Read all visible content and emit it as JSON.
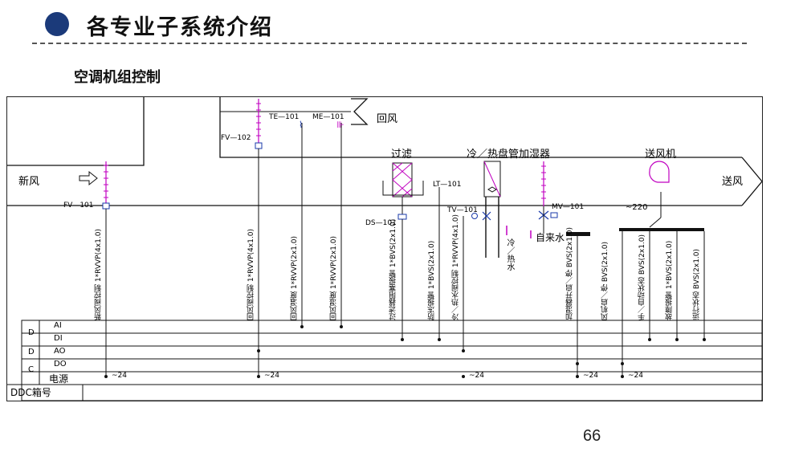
{
  "header": {
    "title": "各专业子系统介绍",
    "subtitle": "空调机组控制"
  },
  "diagram": {
    "labels": {
      "fresh_air": "新风",
      "return_air": "回风",
      "filter": "过滤",
      "coil_humidifier": "冷／热盘管加湿器",
      "fan": "送风机",
      "supply_air": "送风",
      "tap_water": "自来水",
      "chilled_hot_water": "冷／热水",
      "power_220": "~220"
    },
    "tags": {
      "fv101": "FV—101",
      "fv102": "FV—102",
      "te101": "TE—101",
      "me101": "ME—101",
      "ds101": "DS—101",
      "lt101": "LT—101",
      "tv101": "TV—101",
      "mv101": "MV—101"
    },
    "signals": [
      "新风阀控制  1*RVVP(4x1.0)",
      "回风阀控制  1*RVVP(4x1.0)",
      "回风温度  1*RVVP(2x1.0)",
      "回风湿度  1*RVVP(2x1.0)",
      "过滤器阻塞报警  1*BVS(2x1.0)",
      "防冻报警  1*BVS(2x1.0)",
      "冷／热水阀控制  1*RVVP(4x1.0)",
      "加湿器开启／停  BVS(2x1.0)",
      "风机启／停  BVS(2x1.0)",
      "手／自动状态  BVS(2x1.0)",
      "故障报警  1*BVS(2x1.0)",
      "运行状态  BVS(2x1.0)"
    ],
    "ddc": {
      "rows": [
        "AI",
        "DI",
        "AO",
        "DO",
        "电源"
      ],
      "side": [
        "D",
        "D",
        "C"
      ],
      "box_label": "DDC箱号",
      "power_tags": [
        "~24",
        "~24",
        "~24",
        "~24",
        "~24"
      ]
    }
  },
  "page_number": "66",
  "colors": {
    "bullet": "#1b3a7a",
    "magenta": "#c000c0",
    "line": "#111111",
    "watermark": "#96c850"
  }
}
